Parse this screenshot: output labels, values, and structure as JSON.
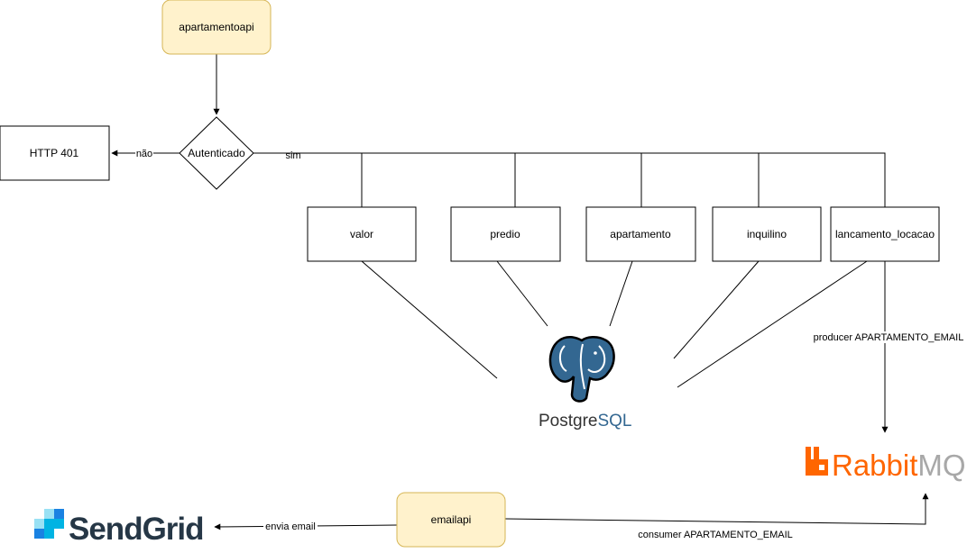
{
  "nodes": {
    "apartamentoapi": "apartamentoapi",
    "autenticado": "Autenticado",
    "http401": "HTTP 401",
    "valor": "valor",
    "predio": "predio",
    "apartamento": "apartamento",
    "inquilino": "inquilino",
    "lancamento_locacao": "lancamento_locacao",
    "emailapi": "emailapi"
  },
  "edges": {
    "nao": "não",
    "sim": "sim",
    "producer": "producer APARTAMENTO_EMAIL",
    "consumer": "consumer APARTAMENTO_EMAIL",
    "envia_email": "envia email"
  },
  "logos": {
    "postgres_text_a": "Postgre",
    "postgres_text_b": "SQL",
    "rabbit_text_a": "Rabbit",
    "rabbit_text_b": "MQ",
    "sendgrid_text": "SendGrid"
  },
  "colors": {
    "service_fill": "#fff2cc",
    "service_stroke": "#d6b656",
    "line": "#000000",
    "postgres_blue": "#336791",
    "rabbit_orange": "#ff6600",
    "rabbit_gray": "#a8a8a8",
    "sendgrid_dark": "#263746",
    "sendgrid_blue": "#1a82e2"
  },
  "icons": {
    "postgres": "postgresql-elephant-icon",
    "rabbit": "rabbitmq-icon",
    "sendgrid": "sendgrid-icon"
  }
}
